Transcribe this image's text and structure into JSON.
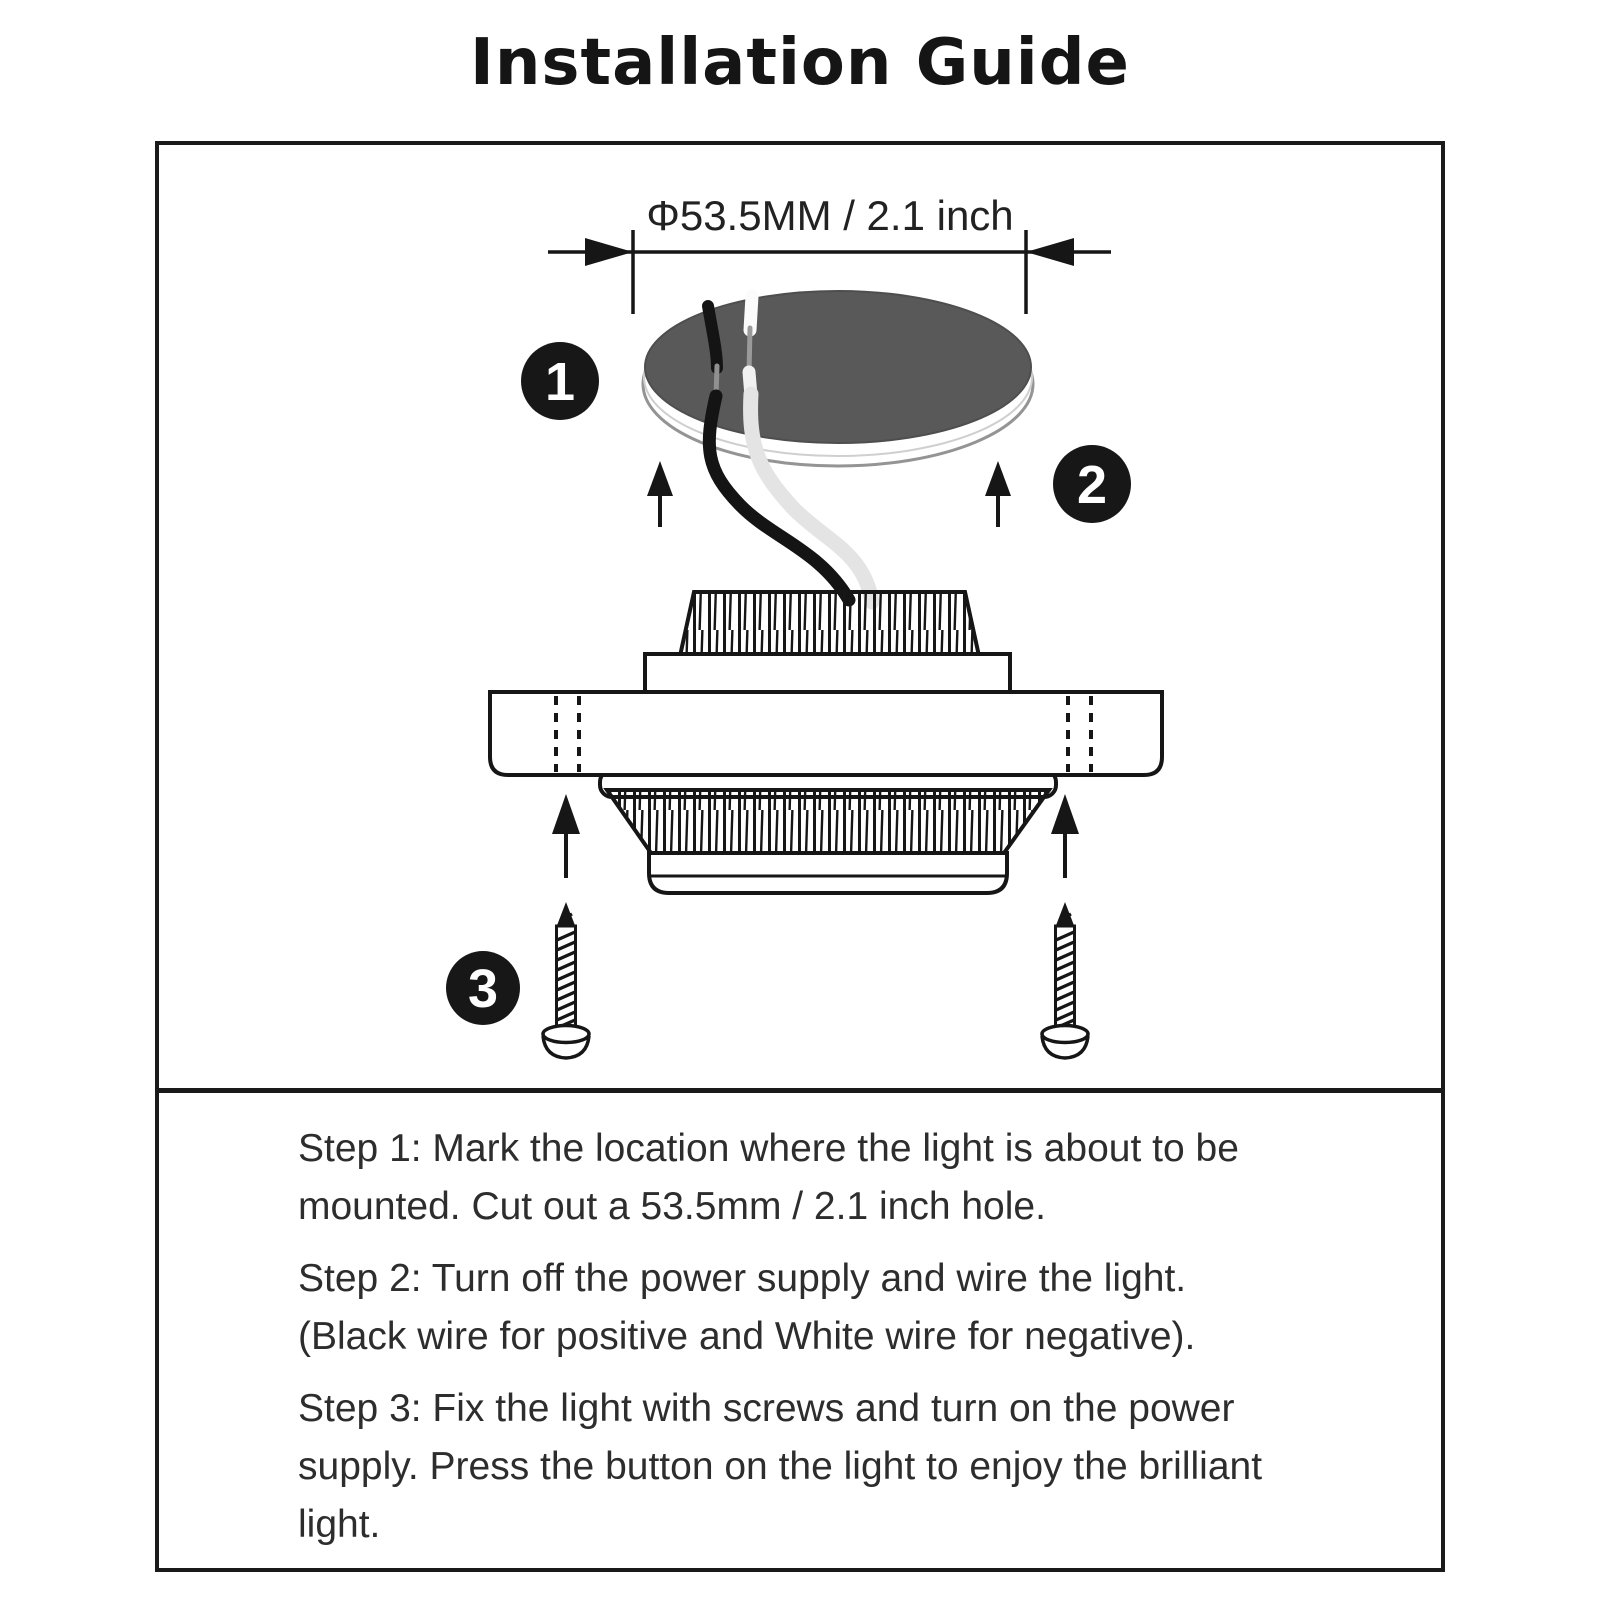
{
  "title": "Installation Guide",
  "diagram": {
    "dimension_label": "Φ53.5MM / 2.1 inch",
    "badge_1": "1",
    "badge_2": "2",
    "badge_3": "3",
    "colors": {
      "line": "#1a1a1a",
      "disc_fill": "#595959",
      "white_wire": "#e4e4e4"
    }
  },
  "steps": [
    {
      "lines": [
        "Step 1: Mark the location where the light is about to be",
        "mounted. Cut out a 53.5mm / 2.1 inch hole."
      ]
    },
    {
      "lines": [
        "Step 2: Turn off the power supply and wire the light.",
        "(Black wire for positive and White wire for negative)."
      ]
    },
    {
      "lines": [
        "Step 3: Fix the light with screws and turn on the power",
        "supply. Press the button on the light to enjoy the brilliant",
        "light."
      ]
    }
  ]
}
